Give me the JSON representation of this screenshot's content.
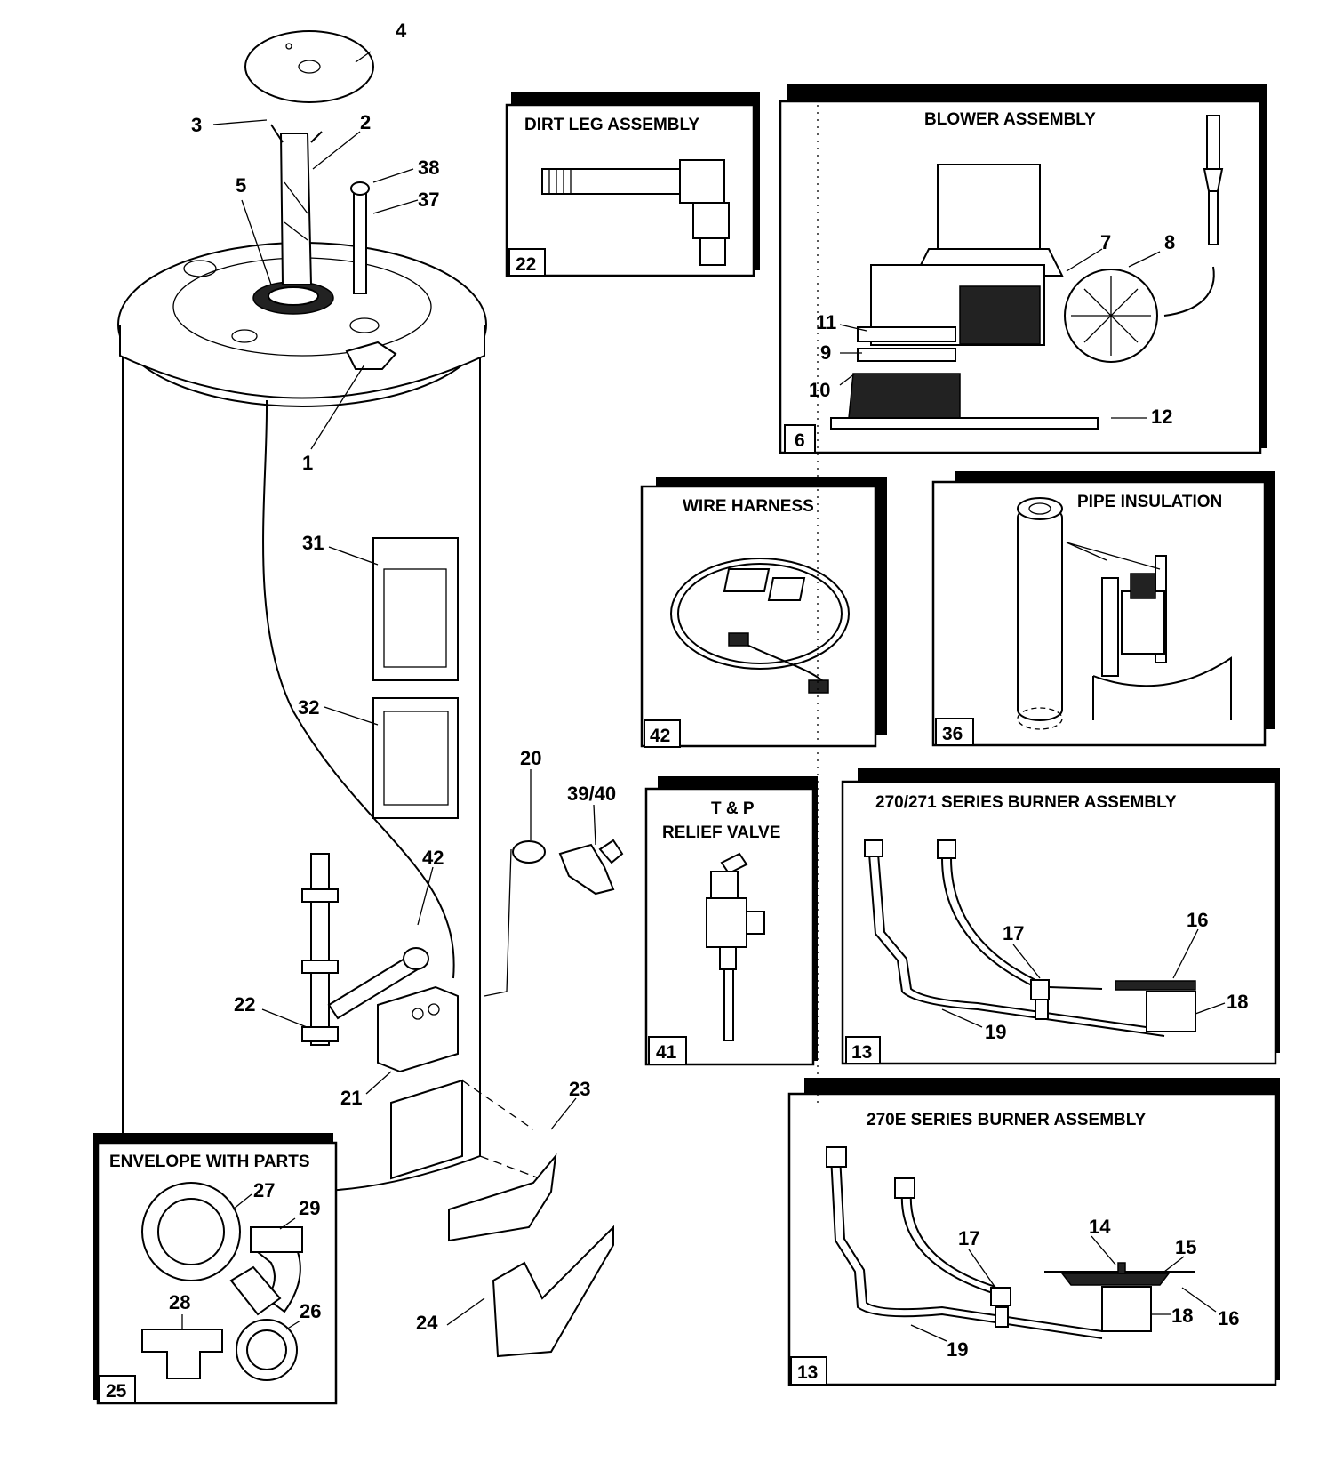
{
  "heater": {
    "labels": {
      "l1": "1",
      "l2": "2",
      "l3": "3",
      "l4": "4",
      "l5": "5",
      "l20": "20",
      "l21": "21",
      "l22": "22",
      "l23": "23",
      "l24": "24",
      "l31": "31",
      "l32": "32",
      "l37": "37",
      "l38": "38",
      "l3940": "39/40",
      "l42": "42"
    }
  },
  "panels": {
    "dirt_leg": {
      "title": "DIRT LEG ASSEMBLY",
      "number": "22"
    },
    "blower": {
      "title": "BLOWER ASSEMBLY",
      "number": "6",
      "labels": {
        "l7": "7",
        "l8": "8",
        "l9": "9",
        "l10": "10",
        "l11": "11",
        "l12": "12"
      }
    },
    "wire_harness": {
      "title": "WIRE HARNESS",
      "number": "42"
    },
    "pipe_insulation": {
      "title": "PIPE INSULATION",
      "number": "36"
    },
    "tp_valve": {
      "title_line1": "T & P",
      "title_line2": "RELIEF VALVE",
      "number": "41"
    },
    "burner_270_271": {
      "title": "270/271 SERIES BURNER ASSEMBLY",
      "number": "13",
      "labels": {
        "l16": "16",
        "l17": "17",
        "l18": "18",
        "l19": "19"
      }
    },
    "burner_270e": {
      "title": "270E SERIES BURNER ASSEMBLY",
      "number": "13",
      "labels": {
        "l14": "14",
        "l15": "15",
        "l16": "16",
        "l17": "17",
        "l18": "18",
        "l19": "19"
      }
    },
    "envelope": {
      "title": "ENVELOPE WITH PARTS",
      "number": "25",
      "labels": {
        "l26": "26",
        "l27": "27",
        "l28": "28",
        "l29": "29"
      }
    }
  }
}
